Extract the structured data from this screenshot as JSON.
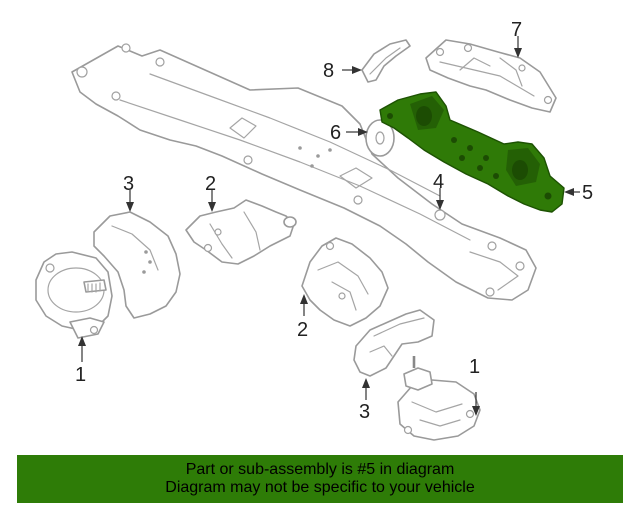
{
  "diagram": {
    "callouts": [
      {
        "id": "c1a",
        "text": "1"
      },
      {
        "id": "c1b",
        "text": "1"
      },
      {
        "id": "c2a",
        "text": "2"
      },
      {
        "id": "c2b",
        "text": "2"
      },
      {
        "id": "c3a",
        "text": "3"
      },
      {
        "id": "c3b",
        "text": "3"
      },
      {
        "id": "c4",
        "text": "4"
      },
      {
        "id": "c5",
        "text": "5"
      },
      {
        "id": "c6",
        "text": "6"
      },
      {
        "id": "c7",
        "text": "7"
      },
      {
        "id": "c8",
        "text": "8"
      }
    ],
    "highlight_color": "#2e7c07"
  },
  "banner": {
    "line1": "Part or sub-assembly is #5 in diagram",
    "line2": "Diagram may not be specific to your vehicle"
  }
}
